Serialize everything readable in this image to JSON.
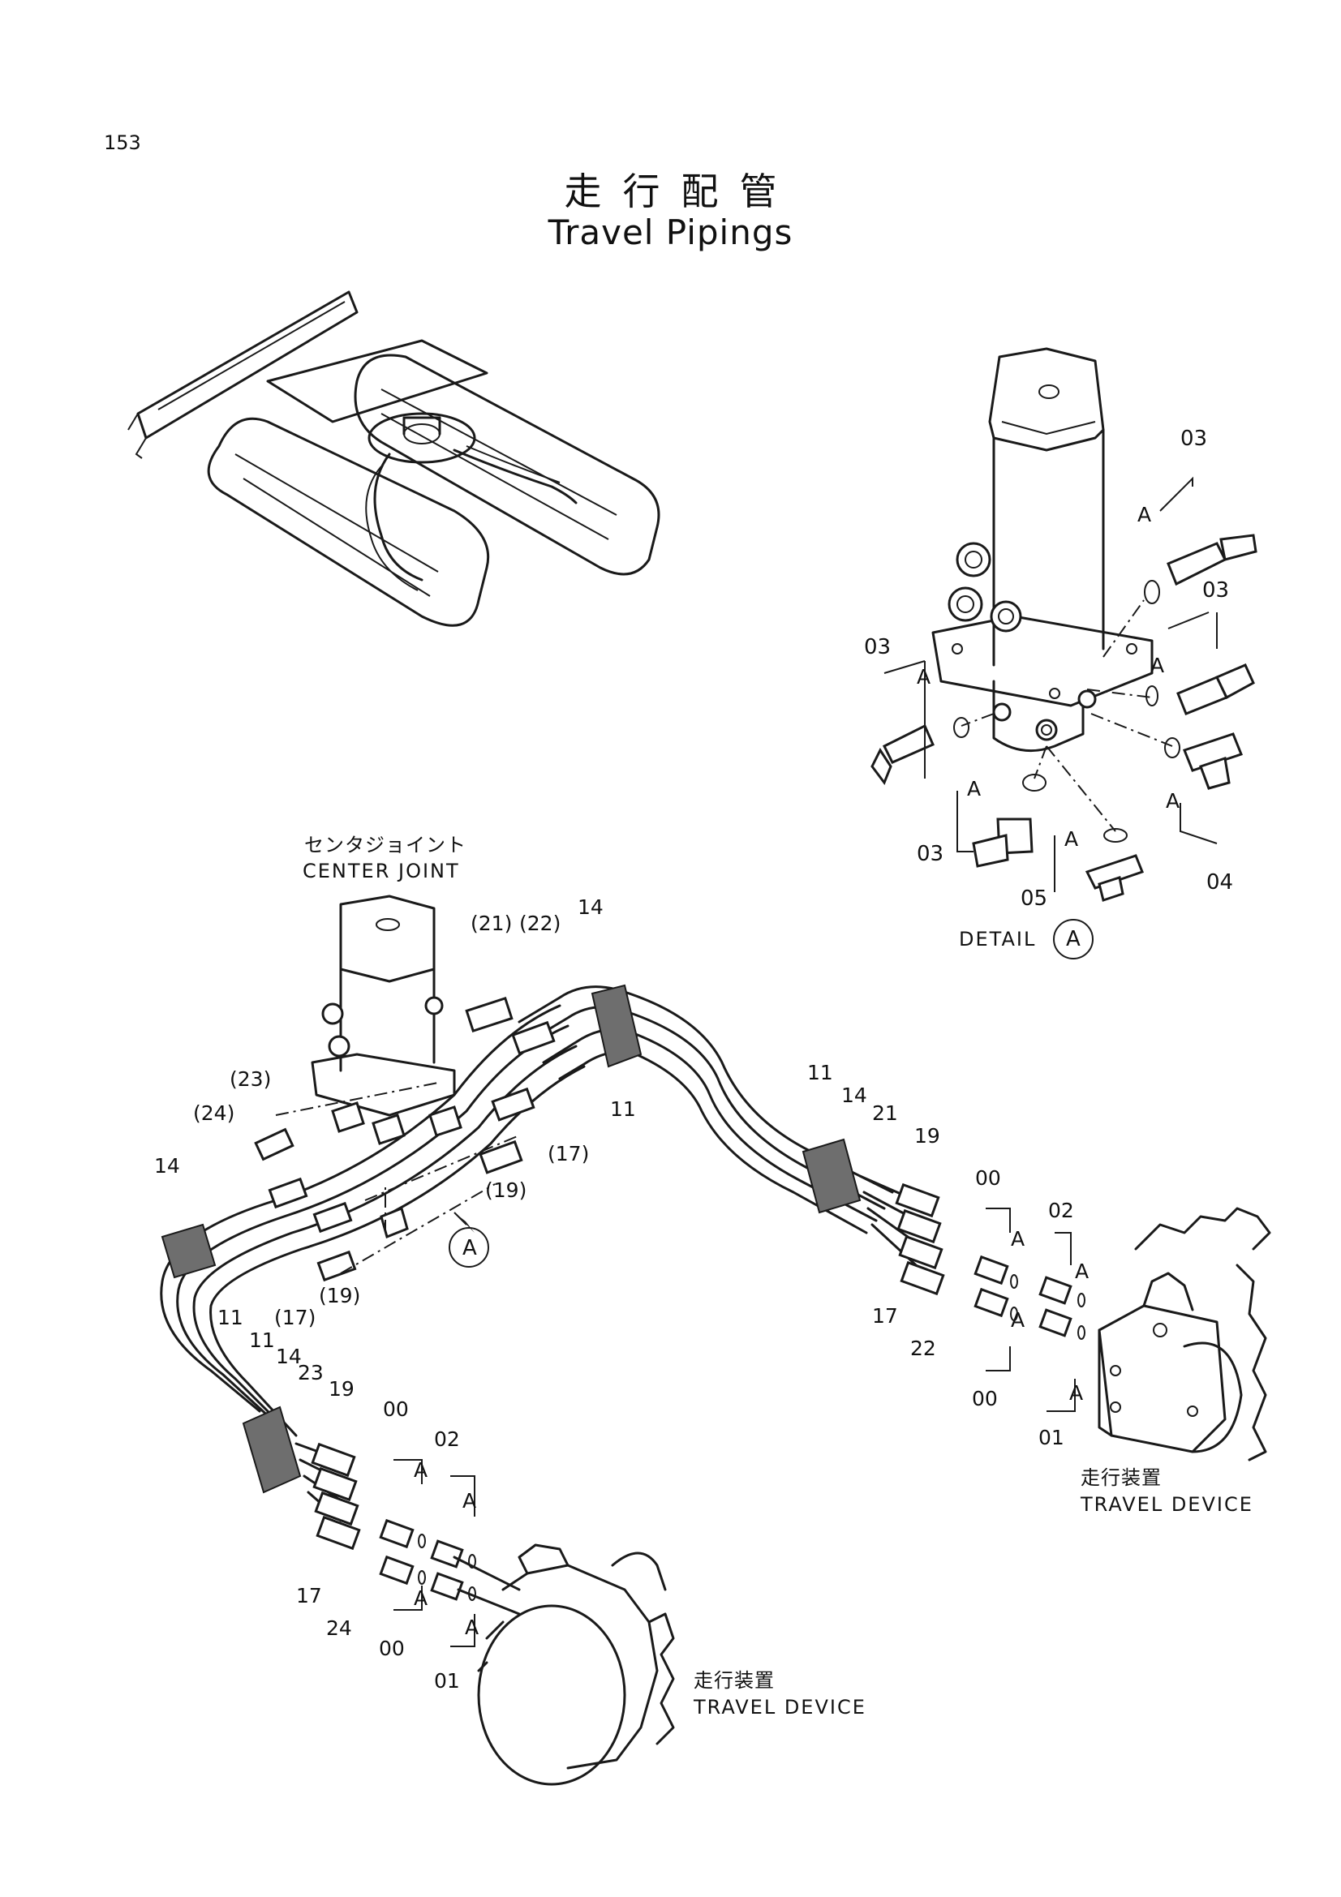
{
  "page_number": "153",
  "title_jp": "走行配管",
  "title_en": "Travel Pipings",
  "detail": {
    "label": "DETAIL",
    "marker": "A"
  },
  "center_joint": {
    "label_jp": "センタジョイント",
    "label_en": "CENTER JOINT"
  },
  "travel_device": {
    "label_jp": "走行装置",
    "label_en": "TRAVEL DEVICE"
  },
  "detail_callouts": [
    {
      "text": "03"
    },
    {
      "text": "03"
    },
    {
      "text": "03"
    },
    {
      "text": "03"
    },
    {
      "text": "04"
    },
    {
      "text": "05"
    },
    {
      "text": "A"
    },
    {
      "text": "A"
    },
    {
      "text": "A"
    },
    {
      "text": "A"
    },
    {
      "text": "A"
    },
    {
      "text": "A"
    }
  ],
  "main_callouts": [
    {
      "text": "(21)"
    },
    {
      "text": "(22)"
    },
    {
      "text": "14"
    },
    {
      "text": "(23)"
    },
    {
      "text": "(24)"
    },
    {
      "text": "14"
    },
    {
      "text": "11"
    },
    {
      "text": "(17)"
    },
    {
      "text": "(19)"
    },
    {
      "text": "(17)"
    },
    {
      "text": "(19)"
    },
    {
      "text": "11"
    },
    {
      "text": "A"
    }
  ],
  "right_callouts": [
    {
      "text": "11"
    },
    {
      "text": "14"
    },
    {
      "text": "21"
    },
    {
      "text": "19"
    },
    {
      "text": "00"
    },
    {
      "text": "02"
    },
    {
      "text": "A"
    },
    {
      "text": "A"
    },
    {
      "text": "A"
    },
    {
      "text": "A"
    },
    {
      "text": "17"
    },
    {
      "text": "22"
    },
    {
      "text": "00"
    },
    {
      "text": "01"
    }
  ],
  "left_callouts": [
    {
      "text": "11"
    },
    {
      "text": "14"
    },
    {
      "text": "23"
    },
    {
      "text": "19"
    },
    {
      "text": "00"
    },
    {
      "text": "02"
    },
    {
      "text": "A"
    },
    {
      "text": "A"
    },
    {
      "text": "A"
    },
    {
      "text": "A"
    },
    {
      "text": "17"
    },
    {
      "text": "24"
    },
    {
      "text": "00"
    },
    {
      "text": "01"
    }
  ]
}
